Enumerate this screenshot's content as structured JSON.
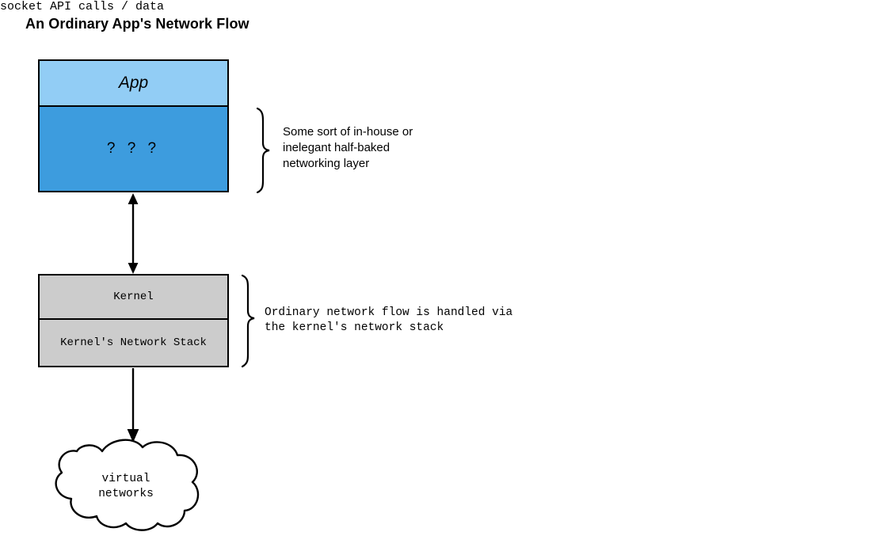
{
  "title": "An Ordinary App's Network Flow",
  "app_stack": {
    "top_label": "App",
    "bottom_label": "?  ?  ?",
    "top_fill": "#92cdf5",
    "bottom_fill": "#3d9cde"
  },
  "kernel_stack": {
    "top_label": "Kernel",
    "bottom_label": "Kernel's Network Stack",
    "fill": "#cccccc"
  },
  "annotations": {
    "app_brace_text": "Some sort of in-house or\ninelegant half-baked\nnetworking layer",
    "kernel_brace_text": "Ordinary network flow is handled via\nthe kernel's network stack"
  },
  "arrows": {
    "socket_label": "socket API calls / data"
  },
  "cloud": {
    "label": "virtual\nnetworks"
  },
  "colors": {
    "stroke": "#000000",
    "background": "#ffffff"
  }
}
